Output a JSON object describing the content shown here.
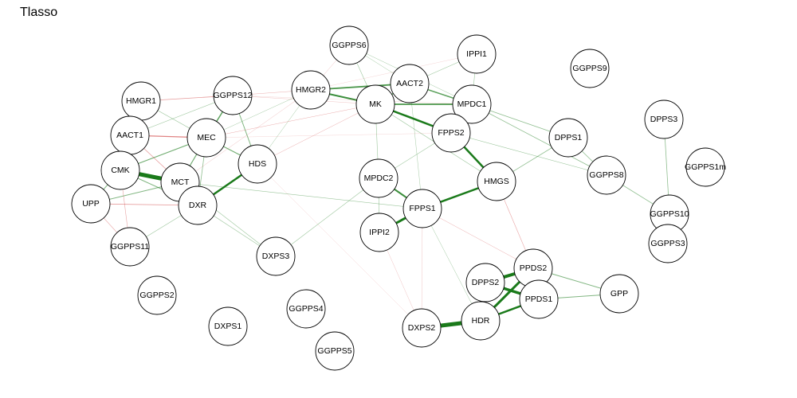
{
  "title": "Tlasso",
  "colors": {
    "positive": "#1a7a1a",
    "negative": "#cc3333",
    "node_fill": "#ffffff",
    "node_stroke": "#000000"
  },
  "nodes": [
    {
      "id": "GGPPS6"
    },
    {
      "id": "IPPI1"
    },
    {
      "id": "GGPPS9"
    },
    {
      "id": "AACT2"
    },
    {
      "id": "HMGR2"
    },
    {
      "id": "MK"
    },
    {
      "id": "MPDC1"
    },
    {
      "id": "HMGR1"
    },
    {
      "id": "GGPPS12"
    },
    {
      "id": "DPPS3"
    },
    {
      "id": "FPPS2"
    },
    {
      "id": "AACT1"
    },
    {
      "id": "MEC"
    },
    {
      "id": "DPPS1"
    },
    {
      "id": "CMK"
    },
    {
      "id": "HDS"
    },
    {
      "id": "GGPPS1m"
    },
    {
      "id": "MCT"
    },
    {
      "id": "GGPPS8"
    },
    {
      "id": "MPDC2"
    },
    {
      "id": "HMGS"
    },
    {
      "id": "UPP"
    },
    {
      "id": "DXR"
    },
    {
      "id": "FPPS1"
    },
    {
      "id": "GGPPS10"
    },
    {
      "id": "IPPI2"
    },
    {
      "id": "GGPPS11"
    },
    {
      "id": "GGPPS3"
    },
    {
      "id": "DXPS3"
    },
    {
      "id": "PPDS2"
    },
    {
      "id": "DPPS2"
    },
    {
      "id": "GPP"
    },
    {
      "id": "PPDS1"
    },
    {
      "id": "GGPPS2"
    },
    {
      "id": "GGPPS4"
    },
    {
      "id": "DXPS1"
    },
    {
      "id": "HDR"
    },
    {
      "id": "DXPS2"
    },
    {
      "id": "GGPPS5"
    }
  ],
  "edges": [
    {
      "source": "CMK",
      "target": "MCT",
      "sign": "pos",
      "weight": 5
    },
    {
      "source": "DXPS2",
      "target": "HDR",
      "sign": "pos",
      "weight": 5
    },
    {
      "source": "HDR",
      "target": "PPDS2",
      "sign": "pos",
      "weight": 3
    },
    {
      "source": "HDR",
      "target": "PPDS1",
      "sign": "pos",
      "weight": 2.5
    },
    {
      "source": "DPPS2",
      "target": "PPDS2",
      "sign": "pos",
      "weight": 4
    },
    {
      "source": "DPPS2",
      "target": "PPDS1",
      "sign": "pos",
      "weight": 3.5
    },
    {
      "source": "HDR",
      "target": "DPPS2",
      "sign": "pos",
      "weight": 2
    },
    {
      "source": "PPDS2",
      "target": "PPDS1",
      "sign": "pos",
      "weight": 1.5
    },
    {
      "source": "PPDS2",
      "target": "GPP",
      "sign": "pos",
      "weight": 1
    },
    {
      "source": "PPDS1",
      "target": "GPP",
      "sign": "pos",
      "weight": 1
    },
    {
      "source": "FPPS1",
      "target": "HMGS",
      "sign": "pos",
      "weight": 2.5
    },
    {
      "source": "FPPS1",
      "target": "IPPI2",
      "sign": "pos",
      "weight": 3
    },
    {
      "source": "FPPS2",
      "target": "HMGS",
      "sign": "pos",
      "weight": 2.5
    },
    {
      "source": "MK",
      "target": "FPPS2",
      "sign": "pos",
      "weight": 2.5
    },
    {
      "source": "MCT",
      "target": "DXR",
      "sign": "pos",
      "weight": 2.5
    },
    {
      "source": "HDS",
      "target": "DXR",
      "sign": "pos",
      "weight": 2.5
    },
    {
      "source": "MPDC2",
      "target": "FPPS1",
      "sign": "pos",
      "weight": 2
    },
    {
      "source": "HMGR2",
      "target": "MK",
      "sign": "pos",
      "weight": 2
    },
    {
      "source": "HMGR2",
      "target": "AACT2",
      "sign": "pos",
      "weight": 1.8
    },
    {
      "source": "MK",
      "target": "MPDC1",
      "sign": "pos",
      "weight": 1.8
    },
    {
      "source": "AACT2",
      "target": "MPDC1",
      "sign": "pos",
      "weight": 1.5
    },
    {
      "source": "MK",
      "target": "AACT2",
      "sign": "pos",
      "weight": 1.5
    },
    {
      "source": "MPDC1",
      "target": "FPPS2",
      "sign": "pos",
      "weight": 1.5
    },
    {
      "source": "GGPPS12",
      "target": "MEC",
      "sign": "pos",
      "weight": 1.5
    },
    {
      "source": "MEC",
      "target": "HDS",
      "sign": "pos",
      "weight": 1.2
    },
    {
      "source": "MEC",
      "target": "MCT",
      "sign": "pos",
      "weight": 1.2
    },
    {
      "source": "CMK",
      "target": "MEC",
      "sign": "pos",
      "weight": 1.2
    },
    {
      "source": "GGPPS12",
      "target": "HDS",
      "sign": "pos",
      "weight": 1
    },
    {
      "source": "CMK",
      "target": "DXR",
      "sign": "pos",
      "weight": 1
    },
    {
      "source": "UPP",
      "target": "MCT",
      "sign": "pos",
      "weight": 1
    },
    {
      "source": "UPP",
      "target": "CMK",
      "sign": "pos",
      "weight": 1
    },
    {
      "source": "DPPS3",
      "target": "GGPPS10",
      "sign": "pos",
      "weight": 0.8
    },
    {
      "source": "GGPPS8",
      "target": "GGPPS10",
      "sign": "pos",
      "weight": 0.8
    },
    {
      "source": "MPDC1",
      "target": "GGPPS8",
      "sign": "pos",
      "weight": 0.8
    },
    {
      "source": "MPDC1",
      "target": "DPPS1",
      "sign": "pos",
      "weight": 0.8
    },
    {
      "source": "HMGS",
      "target": "DPPS1",
      "sign": "pos",
      "weight": 0.8
    },
    {
      "source": "DPPS1",
      "target": "GGPPS8",
      "sign": "pos",
      "weight": 0.8
    },
    {
      "source": "FPPS2",
      "target": "GGPPS8",
      "sign": "pos",
      "weight": 0.6
    },
    {
      "source": "GGPPS6",
      "target": "MK",
      "sign": "pos",
      "weight": 0.6
    },
    {
      "source": "GGPPS6",
      "target": "AACT2",
      "sign": "pos",
      "weight": 0.5
    },
    {
      "source": "GGPPS6",
      "target": "MPDC1",
      "sign": "pos",
      "weight": 0.5
    },
    {
      "source": "IPPI1",
      "target": "AACT2",
      "sign": "pos",
      "weight": 0.6
    },
    {
      "source": "IPPI1",
      "target": "MPDC1",
      "sign": "pos",
      "weight": 0.6
    },
    {
      "source": "MK",
      "target": "MPDC2",
      "sign": "pos",
      "weight": 0.6
    },
    {
      "source": "MK",
      "target": "HMGS",
      "sign": "pos",
      "weight": 0.6
    },
    {
      "source": "MPDC2",
      "target": "IPPI2",
      "sign": "pos",
      "weight": 0.6
    },
    {
      "source": "MPDC2",
      "target": "DXPS3",
      "sign": "pos",
      "weight": 0.6
    },
    {
      "source": "MPDC2",
      "target": "FPPS2",
      "sign": "pos",
      "weight": 0.6
    },
    {
      "source": "MEC",
      "target": "DXR",
      "sign": "pos",
      "weight": 0.8
    },
    {
      "source": "DXR",
      "target": "DXPS3",
      "sign": "pos",
      "weight": 0.6
    },
    {
      "source": "MCT",
      "target": "DXPS3",
      "sign": "pos",
      "weight": 0.6
    },
    {
      "source": "DXR",
      "target": "GGPPS11",
      "sign": "pos",
      "weight": 0.6
    },
    {
      "source": "MCT",
      "target": "FPPS1",
      "sign": "pos",
      "weight": 0.6
    },
    {
      "source": "HMGR1",
      "target": "MEC",
      "sign": "pos",
      "weight": 0.6
    },
    {
      "source": "AACT1",
      "target": "GGPPS12",
      "sign": "pos",
      "weight": 0.6
    },
    {
      "source": "MEC",
      "target": "HMGR2",
      "sign": "pos",
      "weight": 0.5
    },
    {
      "source": "HDS",
      "target": "HMGR2",
      "sign": "pos",
      "weight": 0.5
    },
    {
      "source": "FPPS1",
      "target": "HDR",
      "sign": "pos",
      "weight": 0.5
    },
    {
      "source": "AACT2",
      "target": "FPPS1",
      "sign": "pos",
      "weight": 0.5
    },
    {
      "source": "HMGR1",
      "target": "GGPPS12",
      "sign": "neg",
      "weight": 0.8
    },
    {
      "source": "AACT1",
      "target": "MEC",
      "sign": "neg",
      "weight": 1.2
    },
    {
      "source": "AACT1",
      "target": "MCT",
      "sign": "neg",
      "weight": 0.8
    },
    {
      "source": "HMGR1",
      "target": "CMK",
      "sign": "neg",
      "weight": 0.8
    },
    {
      "source": "UPP",
      "target": "DXR",
      "sign": "neg",
      "weight": 0.8
    },
    {
      "source": "UPP",
      "target": "GGPPS11",
      "sign": "neg",
      "weight": 0.6
    },
    {
      "source": "CMK",
      "target": "GGPPS11",
      "sign": "neg",
      "weight": 0.6
    },
    {
      "source": "GGPPS12",
      "target": "HMGR2",
      "sign": "neg",
      "weight": 0.5
    },
    {
      "source": "MEC",
      "target": "MK",
      "sign": "neg",
      "weight": 0.5
    },
    {
      "source": "HDS",
      "target": "MK",
      "sign": "neg",
      "weight": 0.5
    },
    {
      "source": "GGPPS12",
      "target": "MK",
      "sign": "neg",
      "weight": 0.4
    },
    {
      "source": "MCT",
      "target": "HMGR2",
      "sign": "neg",
      "weight": 0.4
    },
    {
      "source": "HMGS",
      "target": "PPDS2",
      "sign": "neg",
      "weight": 0.6
    },
    {
      "source": "FPPS1",
      "target": "PPDS2",
      "sign": "neg",
      "weight": 0.5
    },
    {
      "source": "FPPS1",
      "target": "DXPS2",
      "sign": "neg",
      "weight": 0.4
    },
    {
      "source": "IPPI2",
      "target": "DXPS2",
      "sign": "neg",
      "weight": 0.4
    },
    {
      "source": "GGPPS6",
      "target": "HMGR2",
      "sign": "neg",
      "weight": 0.4
    },
    {
      "source": "IPPI1",
      "target": "HMGR2",
      "sign": "neg",
      "weight": 0.3
    },
    {
      "source": "HDS",
      "target": "DXPS2",
      "sign": "neg",
      "weight": 0.3
    },
    {
      "source": "GGPPS12",
      "target": "MPDC1",
      "sign": "neg",
      "weight": 0.3
    },
    {
      "source": "MEC",
      "target": "FPPS2",
      "sign": "neg",
      "weight": 0.3
    }
  ]
}
